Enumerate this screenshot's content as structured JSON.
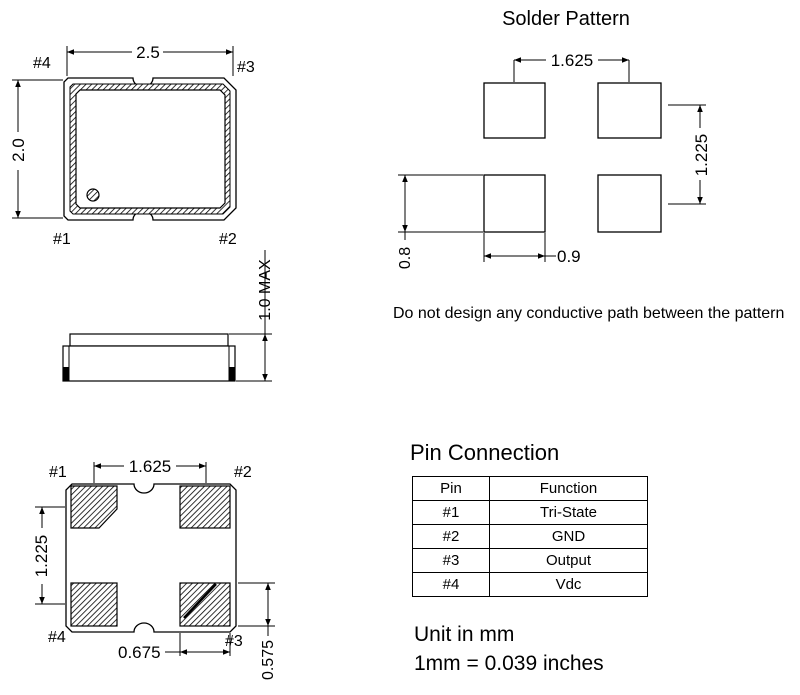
{
  "top_view": {
    "pin1": "#1",
    "pin2": "#2",
    "pin3": "#3",
    "pin4": "#4",
    "width_dim": "2.5",
    "height_dim": "2.0"
  },
  "side_view": {
    "height_dim": "1.0 MAX"
  },
  "solder_pattern": {
    "title": "Solder Pattern",
    "h_pitch": "1.625",
    "v_pitch": "1.225",
    "pad_height": "0.8",
    "pad_width": "0.9",
    "note": "Do not design any conductive path between the pattern"
  },
  "bottom_view": {
    "pin1": "#1",
    "pin2": "#2",
    "pin3": "#3",
    "pin4": "#4",
    "h_pitch": "1.625",
    "v_pitch": "1.225",
    "pad_w": "0.675",
    "pad_h": "0.575"
  },
  "pin_connection": {
    "title": "Pin Connection",
    "headers": [
      "Pin",
      "Function"
    ],
    "rows": [
      {
        "pin": "#1",
        "function": "Tri-State"
      },
      {
        "pin": "#2",
        "function": "GND"
      },
      {
        "pin": "#3",
        "function": "Output"
      },
      {
        "pin": "#4",
        "function": "Vdc"
      }
    ]
  },
  "units": {
    "line1": "Unit in mm",
    "line2": "1mm = 0.039 inches"
  }
}
